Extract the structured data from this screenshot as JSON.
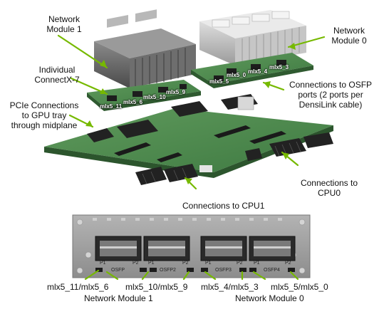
{
  "colors": {
    "arrow": "#76b900",
    "board": "#4e8a4e",
    "heatsink": "#bdbdbd",
    "panel": "#9c9c9c",
    "text": "#111111"
  },
  "labels": {
    "network_module_1": [
      "Network",
      "Module 1"
    ],
    "network_module_0": [
      "Network",
      "Module 0"
    ],
    "individual_connectx7": [
      "Individual",
      "ConnectX-7"
    ],
    "pcie_connections": [
      "PCIe Connections",
      "to GPU tray",
      "through midplane"
    ],
    "osfp_connections": [
      "Connections to OSFP",
      "ports (2 ports per",
      "DensiLink cable)"
    ],
    "cpu0_connections": [
      "Connections to",
      "CPU0"
    ],
    "cpu1_connections": "Connections to CPU1"
  },
  "chips": {
    "module1": [
      "mlx5_11",
      "mlx5_6",
      "mlx5_10",
      "mlx5_9"
    ],
    "module0": [
      "mlx5_0",
      "mlx5_4",
      "mlx5_3",
      "mlx5_5"
    ]
  },
  "ports": {
    "p_labels": [
      "P1",
      "P2",
      "P1",
      "P2",
      "P1",
      "P2",
      "P1",
      "P2"
    ],
    "osfp_labels": [
      "OSFP",
      "OSFP2",
      "OSFP3",
      "OSFP4"
    ]
  },
  "bottom": {
    "pairs": [
      "mlx5_11/mlx5_6",
      "mlx5_10/mlx5_9",
      "mlx5_4/mlx5_3",
      "mlx5_5/mlx5_0"
    ],
    "module1_caption": "Network Module 1",
    "module0_caption": "Network Module 0"
  }
}
